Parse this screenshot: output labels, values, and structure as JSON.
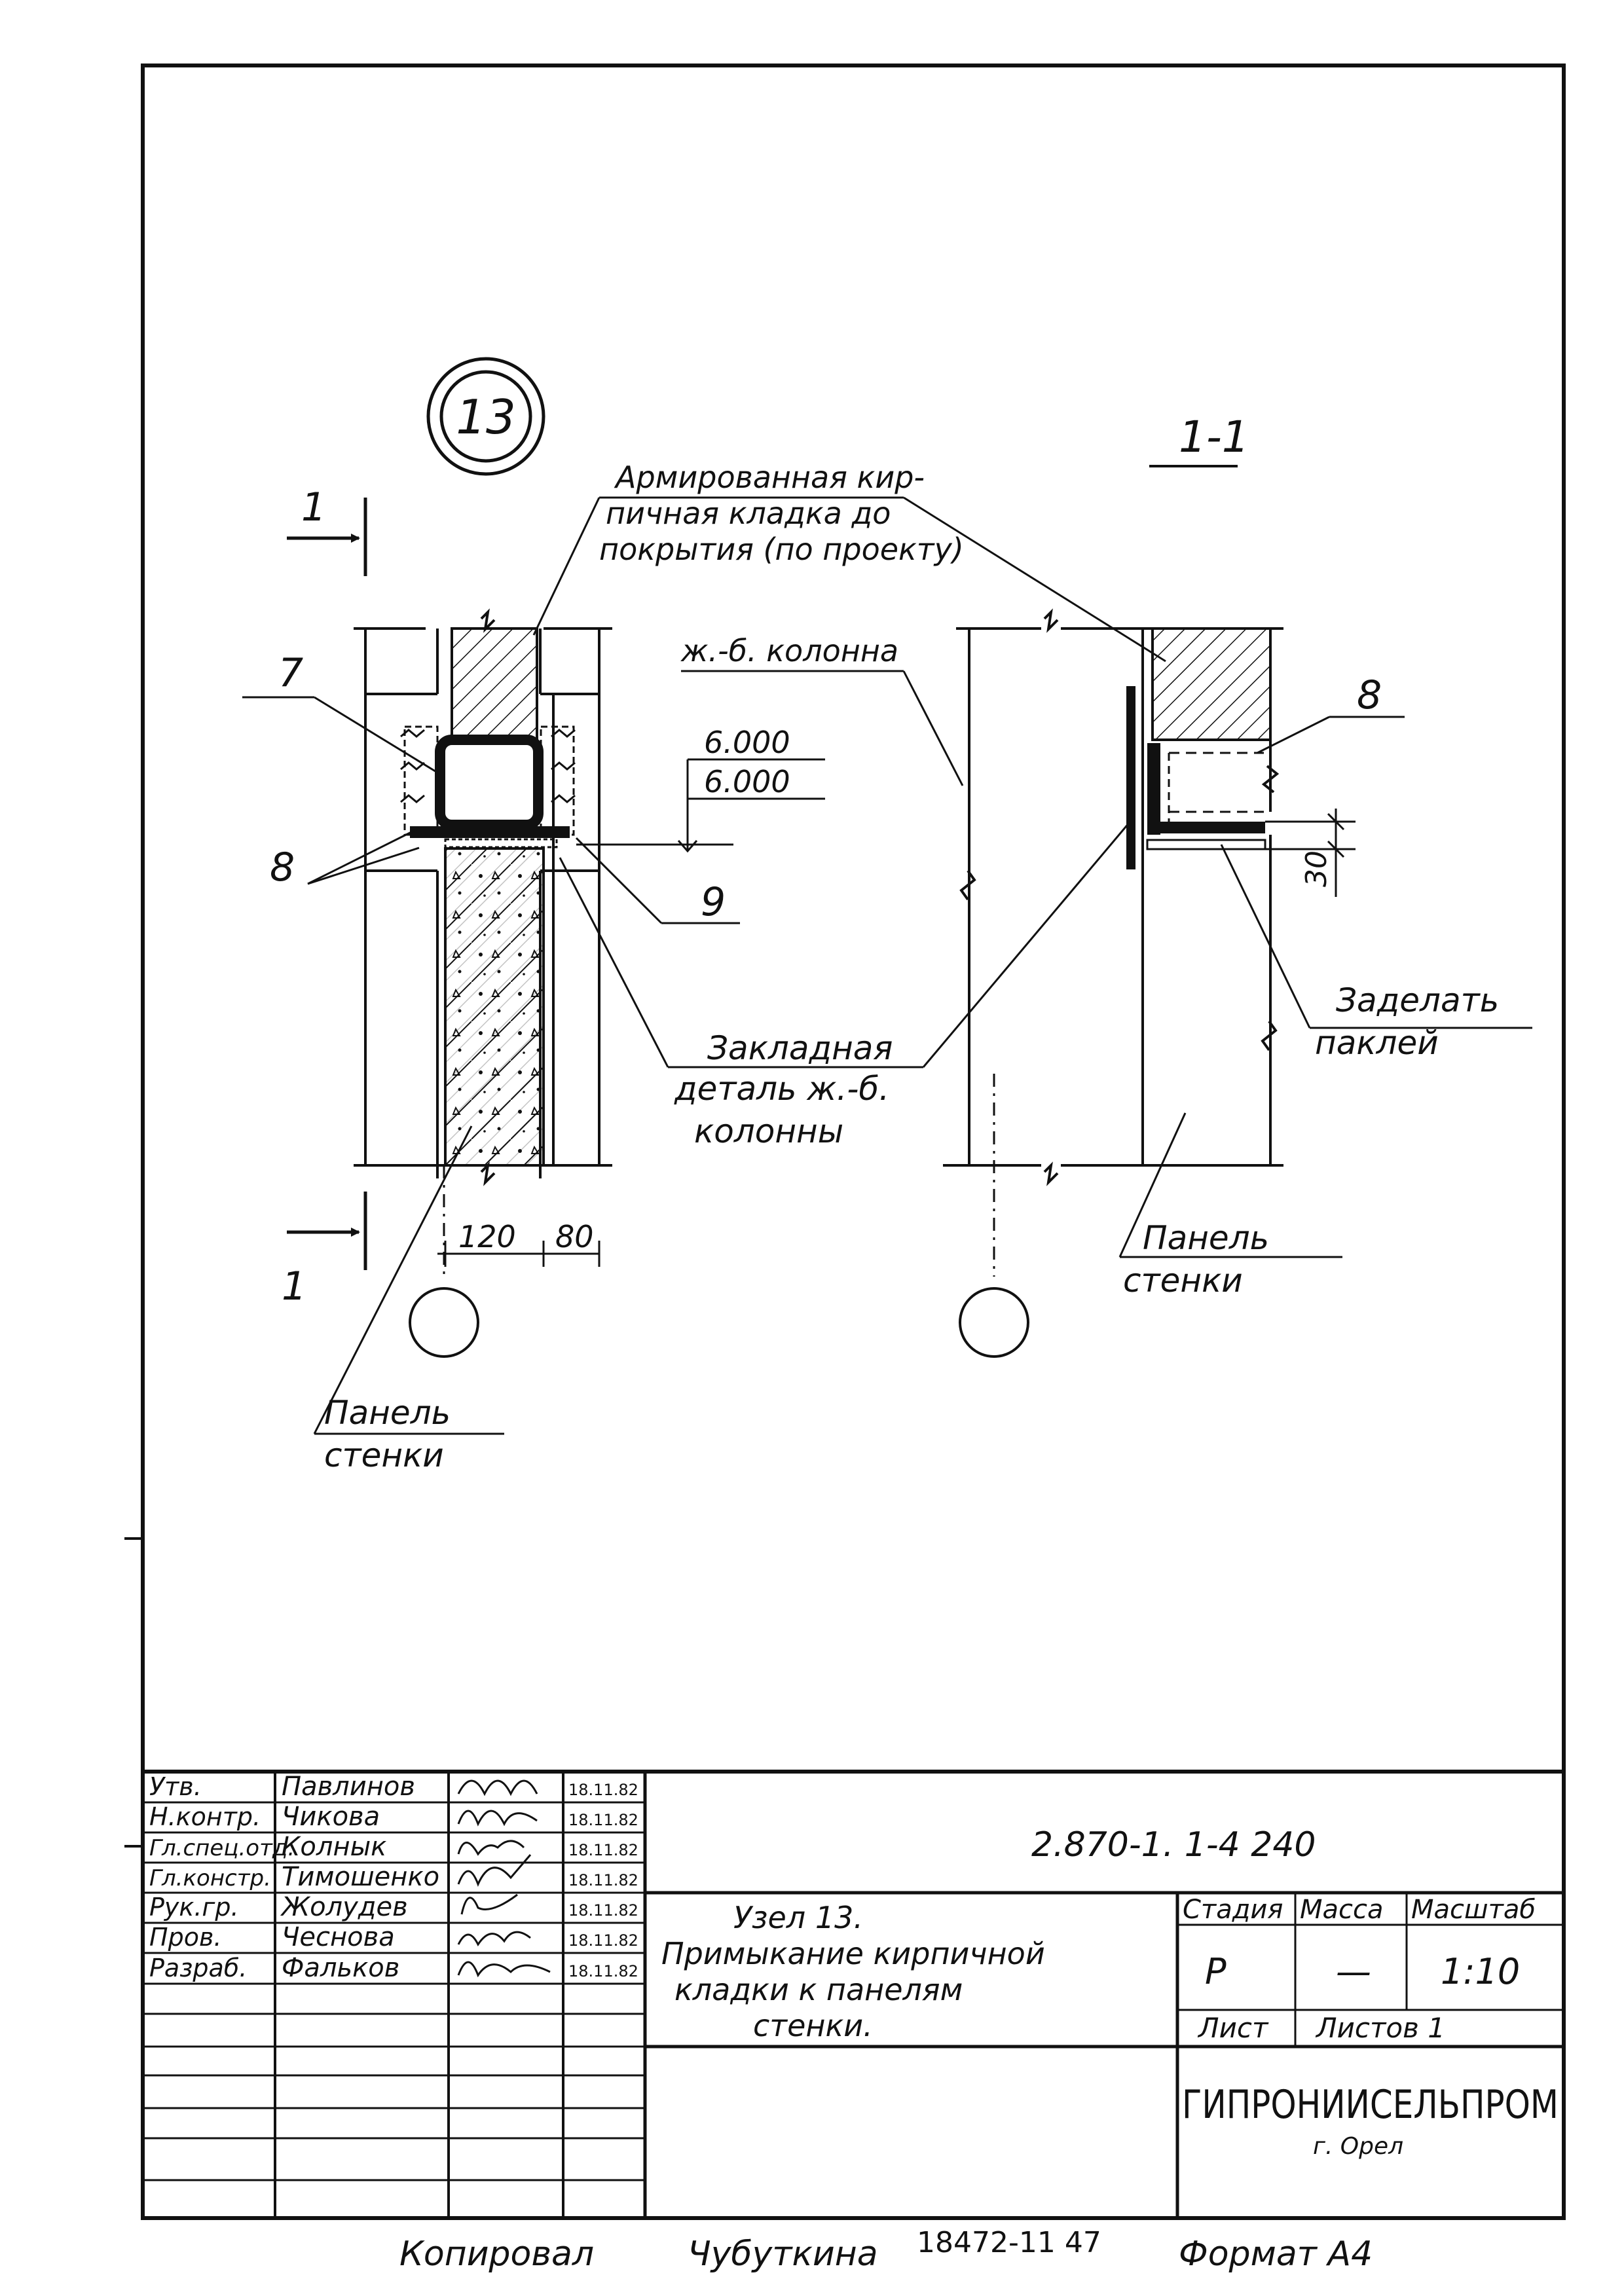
{
  "drawing": {
    "node_number": "13",
    "section_mark": "1-1",
    "cut_label": "1",
    "callouts": {
      "reinforced_masonry": [
        "Армированная кир-",
        "пичная кладка до",
        "покрытия (по проекту)"
      ],
      "rc_column": "ж.-б. колонна",
      "embedded_part": [
        "Закладная",
        "деталь ж.-б.",
        "колонны"
      ],
      "seal_with_putty": [
        "Заделать",
        "паклей"
      ],
      "wall_panel_left": [
        "Панель",
        "стенки"
      ],
      "wall_panel_right": [
        "Панель",
        "стенки"
      ]
    },
    "position_marks": {
      "p7": "7",
      "p8_left": "8",
      "p8_right": "8",
      "p9": "9"
    },
    "elevations": [
      "6.000",
      "6.000"
    ],
    "dimensions": {
      "d120": "120",
      "d80": "80",
      "d30": "30"
    }
  },
  "title_block": {
    "document_code": "2.870-1. 1-4 240",
    "title": [
      "Узел 13.",
      "Примыкание кирпичной",
      "кладки к панелям",
      "стенки."
    ],
    "signatories": [
      {
        "role": "Утв.",
        "name": "Павлинов",
        "date": "18.11.82"
      },
      {
        "role": "Н.контр.",
        "name": "Чикова",
        "date": "18.11.82"
      },
      {
        "role": "Гл.спец.отд.",
        "name": "Колнык",
        "date": "18.11.82"
      },
      {
        "role": "Гл.констр.",
        "name": "Тимошенко",
        "date": "18.11.82"
      },
      {
        "role": "Рук.гр.",
        "name": "Жолудев",
        "date": "18.11.82"
      },
      {
        "role": "Пров.",
        "name": "Чеснова",
        "date": "18.11.82"
      },
      {
        "role": "Разраб.",
        "name": "Фальков",
        "date": "18.11.82"
      }
    ],
    "headers": {
      "stage": "Стадия",
      "mass": "Масса",
      "scale": "Масштаб"
    },
    "values": {
      "stage": "Р",
      "mass": "—",
      "scale": "1:10"
    },
    "sheet_label": "Лист",
    "sheets_label": "Листов 1",
    "organization": "ГИПРОНИИСЕЛЬПРОМ",
    "city": "г. Орел"
  },
  "footer": {
    "copied": "Копировал",
    "copier": "Чубуткина",
    "inventory": "18472-11  47",
    "format": "Формат А4"
  }
}
